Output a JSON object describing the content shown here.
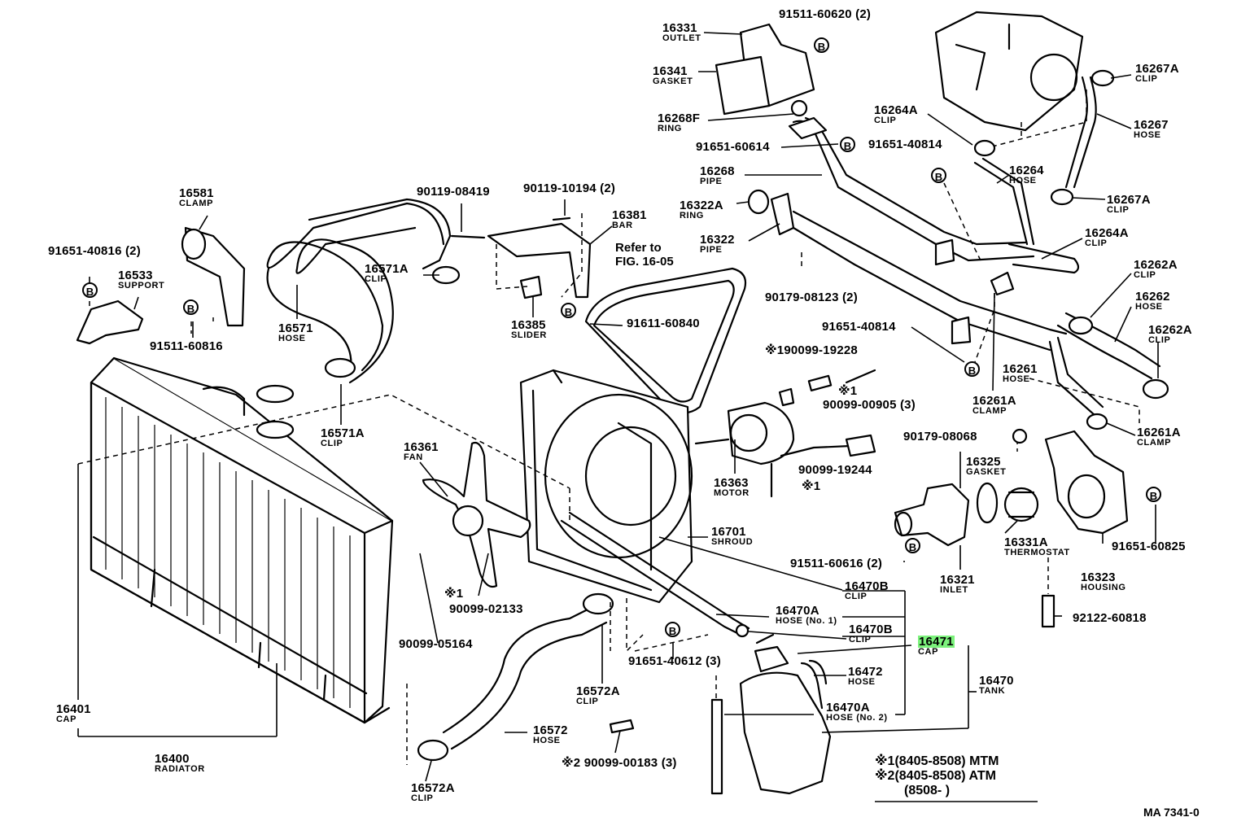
{
  "labels": {
    "p16331": {
      "num": "16331",
      "name": "OUTLET"
    },
    "p91511_60620": {
      "num": "91511-60620 (2)"
    },
    "p16341": {
      "num": "16341",
      "name": "GASKET"
    },
    "p16268F": {
      "num": "16268F",
      "name": "RING"
    },
    "p91651_60614": {
      "num": "91651-60614"
    },
    "p16268": {
      "num": "16268",
      "name": "PIPE"
    },
    "p16264A_top": {
      "num": "16264A",
      "name": "CLIP"
    },
    "p91651_40814_top": {
      "num": "91651-40814"
    },
    "p16267A_top": {
      "num": "16267A",
      "name": "CLIP"
    },
    "p16267": {
      "num": "16267",
      "name": "HOSE"
    },
    "p16264": {
      "num": "16264",
      "name": "HOSE"
    },
    "p16267A_bot": {
      "num": "16267A",
      "name": "CLIP"
    },
    "p16264A_mid": {
      "num": "16264A",
      "name": "CLIP"
    },
    "p16262A_top": {
      "num": "16262A",
      "name": "CLIP"
    },
    "p16262": {
      "num": "16262",
      "name": "HOSE"
    },
    "p16262A_bot": {
      "num": "16262A",
      "name": "CLIP"
    },
    "p16322A": {
      "num": "16322A",
      "name": "RING"
    },
    "p16322": {
      "num": "16322",
      "name": "PIPE"
    },
    "p90179_08123": {
      "num": "90179-08123 (2)"
    },
    "p91651_40814_mid": {
      "num": "91651-40814"
    },
    "p16261": {
      "num": "16261",
      "name": "HOSE"
    },
    "p16261A_left": {
      "num": "16261A",
      "name": "CLAMP"
    },
    "p16261A_right": {
      "num": "16261A",
      "name": "CLAMP"
    },
    "p16581": {
      "num": "16581",
      "name": "CLAMP"
    },
    "p91651_40816": {
      "num": "91651-40816 (2)"
    },
    "p16533": {
      "num": "16533",
      "name": "SUPPORT"
    },
    "p91511_60816": {
      "num": "91511-60816"
    },
    "p16571": {
      "num": "16571",
      "name": "HOSE"
    },
    "p90119_08419": {
      "num": "90119-08419"
    },
    "p90119_10194": {
      "num": "90119-10194 (2)"
    },
    "p16381": {
      "num": "16381",
      "name": "BAR"
    },
    "p16571A_top": {
      "num": "16571A",
      "name": "CLIP"
    },
    "p16385": {
      "num": "16385",
      "name": "SLIDER"
    },
    "p91611_60840": {
      "num": "91611-60840"
    },
    "p90099_19228": {
      "num": "90099-19228"
    },
    "p90099_00905": {
      "num": "90099-00905 (3)"
    },
    "p16571A_bot": {
      "num": "16571A",
      "name": "CLIP"
    },
    "p16361": {
      "num": "16361",
      "name": "FAN"
    },
    "p16363": {
      "num": "16363",
      "name": "MOTOR"
    },
    "p90099_19244": {
      "num": "90099-19244"
    },
    "p90179_08068": {
      "num": "90179-08068"
    },
    "p16325": {
      "num": "16325",
      "name": "GASKET"
    },
    "p16331A": {
      "num": "16331A",
      "name": "THERMOSTAT"
    },
    "p16323": {
      "num": "16323",
      "name": "HOUSING"
    },
    "p91651_60825": {
      "num": "91651-60825"
    },
    "p16701": {
      "num": "16701",
      "name": "SHROUD"
    },
    "p91511_60616": {
      "num": "91511-60616 (2)"
    },
    "p16321": {
      "num": "16321",
      "name": "INLET"
    },
    "p92122_60818": {
      "num": "92122-60818"
    },
    "p16470B_top": {
      "num": "16470B",
      "name": "CLIP"
    },
    "p16470A_no1": {
      "num": "16470A",
      "name": "HOSE (No. 1)"
    },
    "p16470B_bot": {
      "num": "16470B",
      "name": "CLIP"
    },
    "p16471": {
      "num": "16471",
      "name": "CAP"
    },
    "p16472": {
      "num": "16472",
      "name": "HOSE"
    },
    "p16470": {
      "num": "16470",
      "name": "TANK"
    },
    "p16470A_no2": {
      "num": "16470A",
      "name": "HOSE (No. 2)"
    },
    "p90099_02133": {
      "num": "90099-02133"
    },
    "p90099_05164": {
      "num": "90099-05164"
    },
    "p91651_40612": {
      "num": "91651-40612 (3)"
    },
    "p16572A_mid": {
      "num": "16572A",
      "name": "CLIP"
    },
    "p16572": {
      "num": "16572",
      "name": "HOSE"
    },
    "p16572A_bot": {
      "num": "16572A",
      "name": "CLIP"
    },
    "p90099_00183": {
      "num": "90099-00183 (3)"
    },
    "p16401": {
      "num": "16401",
      "name": "CAP"
    },
    "p16400": {
      "num": "16400",
      "name": "RADIATOR"
    }
  },
  "refer": {
    "line1": "Refer to",
    "line2": "FIG. 16-05"
  },
  "bolt_mark": "B",
  "star1": "※1",
  "star2": "※2",
  "notes": [
    {
      "mark": "※1",
      "text": "(8405-8508) MTM"
    },
    {
      "mark": "※2",
      "text": "(8405-8508) ATM"
    },
    {
      "mark": "",
      "text": "(8508-      )"
    }
  ],
  "footer_code": "MA 7341-0",
  "highlight": {
    "part": "16471",
    "color": "#7CF27C"
  }
}
